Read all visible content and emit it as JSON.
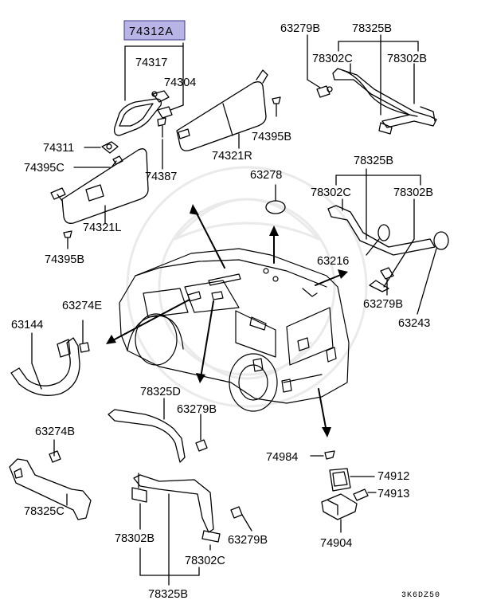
{
  "highlighted_part": "74312A",
  "parts": {
    "p74317": "74317",
    "p74304": "74304",
    "p74311": "74311",
    "p74395C": "74395C",
    "p74387": "74387",
    "p74321L": "74321L",
    "p74395B_left": "74395B",
    "p74321R": "74321R",
    "p74395B_right": "74395B",
    "p63279B_top": "63279B",
    "p78325B_top": "78325B",
    "p78302C_top": "78302C",
    "p78302B_top": "78302B",
    "p63278": "63278",
    "p78325B_mid": "78325B",
    "p78302C_mid": "78302C",
    "p78302B_mid": "78302B",
    "p63216": "63216",
    "p63279B_mid": "63279B",
    "p63243": "63243",
    "p63274E": "63274E",
    "p63144": "63144",
    "p78325D": "78325D",
    "p63279B_center": "63279B",
    "p63274B": "63274B",
    "p78325C": "78325C",
    "p74984": "74984",
    "p74912": "74912",
    "p74913": "74913",
    "p74904": "74904",
    "p78302B_bot": "78302B",
    "p63279B_bot": "63279B",
    "p78302C_bot": "78302C",
    "p78325B_bot": "78325B"
  },
  "diagram_code": "3K6DZ50",
  "colors": {
    "highlight": "#b9b4e6",
    "line": "#000000"
  }
}
